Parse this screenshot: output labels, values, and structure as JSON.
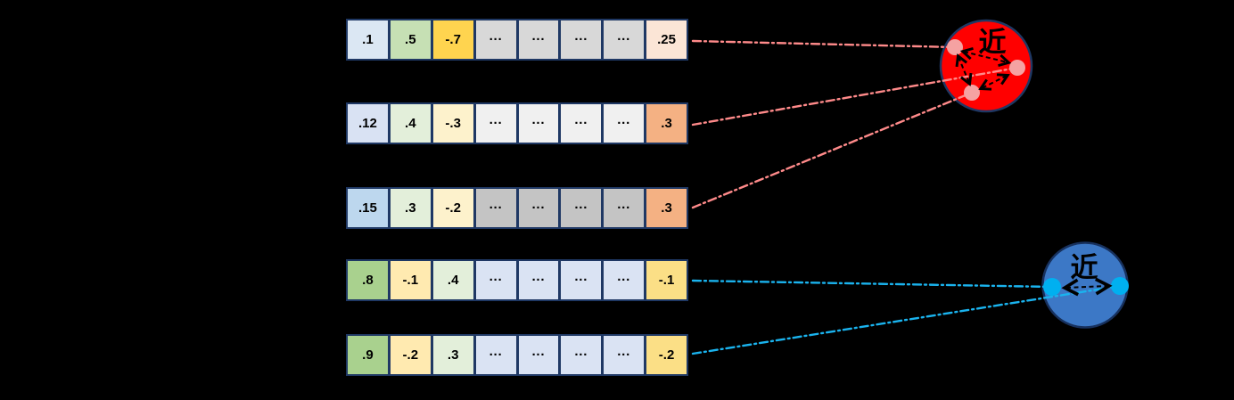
{
  "diagram": {
    "background": "#000000",
    "cell_border_color": "#1f3864",
    "arrow_color": "#000000",
    "rows": [
      {
        "cells": [
          ".1",
          ".5",
          "-.7",
          "···",
          "···",
          "···",
          "···",
          ".25"
        ],
        "colors": [
          "#dbe7f3",
          "#c6e0b4",
          "#ffd44f",
          "#d8d8d8",
          "#d8d8d8",
          "#d8d8d8",
          "#d8d8d8",
          "#fbe5d6"
        ]
      },
      {
        "cells": [
          ".12",
          ".4",
          "-.3",
          "···",
          "···",
          "···",
          "···",
          ".3"
        ],
        "colors": [
          "#d9e2f3",
          "#e3efda",
          "#fdf2cc",
          "#f0f0f0",
          "#f0f0f0",
          "#f0f0f0",
          "#f0f0f0",
          "#f4b183"
        ]
      },
      {
        "cells": [
          ".15",
          ".3",
          "-.2",
          "···",
          "···",
          "···",
          "···",
          ".3"
        ],
        "colors": [
          "#bdd7ee",
          "#e3efda",
          "#fdf2cc",
          "#c4c4c4",
          "#c4c4c4",
          "#c4c4c4",
          "#c4c4c4",
          "#f4b183"
        ]
      },
      {
        "cells": [
          ".8",
          "-.1",
          ".4",
          "···",
          "···",
          "···",
          "···",
          "-.1"
        ],
        "colors": [
          "#a9d18e",
          "#ffeab0",
          "#e3efda",
          "#dae3f3",
          "#dae3f3",
          "#dae3f3",
          "#dae3f3",
          "#fbdf86"
        ]
      },
      {
        "cells": [
          ".9",
          "-.2",
          ".3",
          "···",
          "···",
          "···",
          "···",
          "-.2"
        ],
        "colors": [
          "#a9d18e",
          "#ffeab0",
          "#e3efda",
          "#dae3f3",
          "#dae3f3",
          "#dae3f3",
          "#dae3f3",
          "#fbdf86"
        ]
      }
    ],
    "clusters": {
      "red": {
        "label": "近",
        "fill": "#ff0000",
        "stroke": "#1f3864",
        "dot_color": "#f5a2a2",
        "line_color": "#ff8a8a"
      },
      "blue": {
        "label": "近",
        "fill": "#3c78c6",
        "stroke": "#17315e",
        "dot_color": "#00b0f0",
        "line_color": "#1ab3ee"
      }
    }
  }
}
